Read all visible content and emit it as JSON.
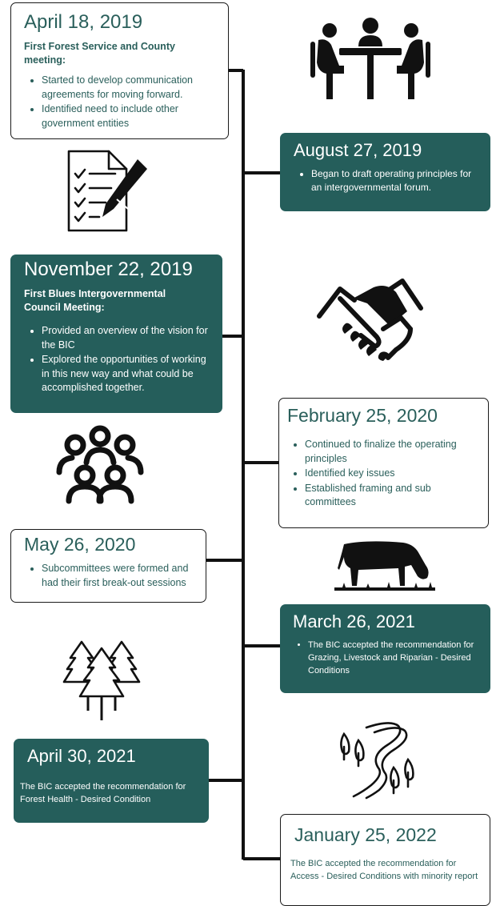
{
  "events": [
    {
      "date": "April 18, 2019",
      "subtitle": "First Forest Service and County meeting:",
      "bullets": [
        "Started to develop communication agreements for moving forward.",
        "Identified need to include other government entities"
      ]
    },
    {
      "date": "August 27, 2019",
      "bullets": [
        "Began to draft operating principles for an intergovernmental forum."
      ]
    },
    {
      "date": "November 22, 2019",
      "subtitle": "First Blues Intergovernmental Council Meeting:",
      "bullets": [
        "Provided an overview of the vision for the BIC",
        "Explored the opportunities of working in this new way and what could be accomplished together."
      ]
    },
    {
      "date": "February 25, 2020",
      "bullets": [
        "Continued to finalize the operating principles",
        "Identified key issues",
        "Established framing and sub committees"
      ]
    },
    {
      "date": "May 26, 2020",
      "bullets": [
        "Subcommittees were formed and had their first break-out sessions"
      ]
    },
    {
      "date": "March 26, 2021",
      "bullets": [
        "The BIC accepted the recommendation for Grazing, Livestock and Riparian - Desired Conditions"
      ]
    },
    {
      "date": "April 30, 2021",
      "text": "The BIC accepted the recommendation for Forest Health  -  Desired Condition"
    },
    {
      "date": "January 25, 2022",
      "text": "The BIC accepted the recommendation for Access -  Desired Conditions with minority report"
    }
  ],
  "icons": [
    "meeting-table-icon",
    "checklist-pen-icon",
    "handshake-icon",
    "people-group-icon",
    "grazing-cow-icon",
    "pine-trees-icon",
    "river-trees-icon"
  ],
  "colors": {
    "teal": "#255e5b",
    "line": "#111111"
  }
}
